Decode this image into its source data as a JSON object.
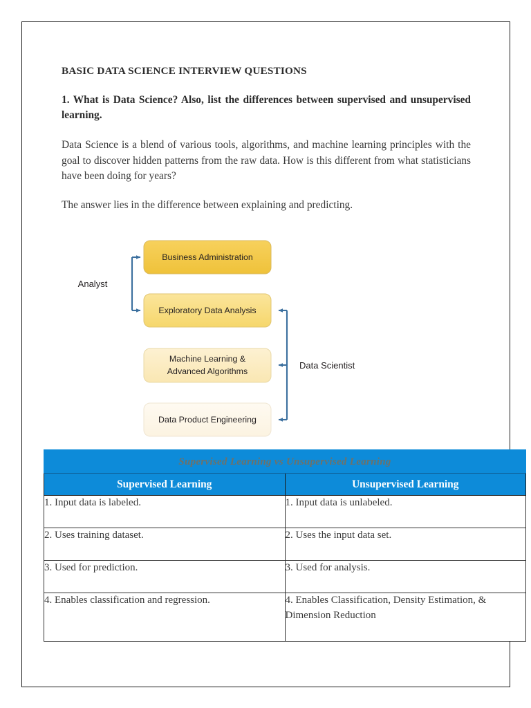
{
  "document": {
    "heading": "BASIC DATA SCIENCE INTERVIEW QUESTIONS",
    "question": "1. What is Data Science? Also, list the differences between supervised and unsupervised learning.",
    "paragraph_1": "Data Science is a blend of various tools, algorithms, and machine learning principles with the goal to discover hidden patterns from the raw data. How is this different from what statisticians have been doing for years?",
    "paragraph_2": "The answer lies in the difference between explaining and predicting."
  },
  "diagram": {
    "boxes": [
      {
        "label": "Business Administration",
        "fill_top": "#f7d15c",
        "fill_bottom": "#f0c63f"
      },
      {
        "label": "Exploratory Data Analysis",
        "fill_top": "#fbe59a",
        "fill_bottom": "#f7d96f"
      },
      {
        "label": "Machine Learning &",
        "label2": "Advanced Algorithms",
        "fill_top": "#fdf0cd",
        "fill_bottom": "#fae8b4"
      },
      {
        "label": "Data Product Engineering",
        "fill_top": "#fdf8ec",
        "fill_bottom": "#fcf3e0"
      }
    ],
    "left_label": "Analyst",
    "right_label": "Data Scientist",
    "arrow_color": "#3b6f9e",
    "box_stroke": "#d8b65a"
  },
  "table": {
    "title": "Supervised Learning vs Unsupervised Learning",
    "headers": [
      "Supervised Learning",
      "Unsupervised Learning"
    ],
    "rows": [
      [
        "1. Input data is labeled.",
        "1. Input data is unlabeled."
      ],
      [
        "2. Uses training dataset.",
        "2. Uses the input data set."
      ],
      [
        "3. Used for prediction.",
        "3. Used for analysis."
      ],
      [
        "4. Enables classification and regression.",
        "4. Enables Classification, Density Estimation, & Dimension Reduction"
      ]
    ],
    "header_bg": "#0d8bd9",
    "title_text_color": "#6f7168"
  }
}
